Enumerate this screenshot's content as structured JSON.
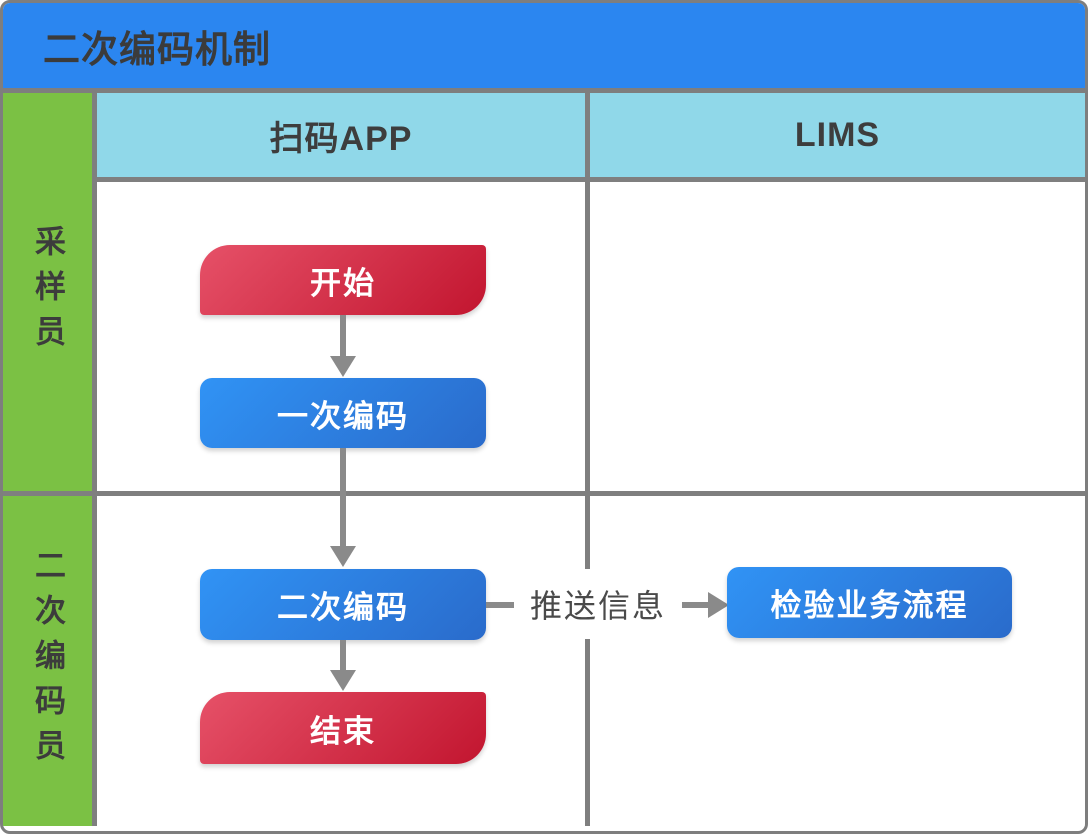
{
  "title": "二次编码机制",
  "columns": [
    {
      "label": "扫码APP"
    },
    {
      "label": "LIMS"
    }
  ],
  "lanes": [
    {
      "label": "采样员"
    },
    {
      "label": "二次编码员"
    }
  ],
  "nodes": {
    "start": "开始",
    "primary_coding": "一次编码",
    "secondary_coding": "二次编码",
    "end": "结束",
    "lims_process": "检验业务流程"
  },
  "edges": {
    "push_info_label": "推送信息"
  },
  "colors": {
    "title_bar": "#2b86f0",
    "column_header": "#90d8e9",
    "lane": "#7bc144",
    "grid_line": "#7f7f7f",
    "node_blue_start": "#3093f5",
    "node_blue_end": "#2a6bcb",
    "node_red_start": "#e65168",
    "node_red_end": "#c2152f",
    "arrow": "#8a8a8a",
    "dark_text": "#3c3c3c"
  }
}
